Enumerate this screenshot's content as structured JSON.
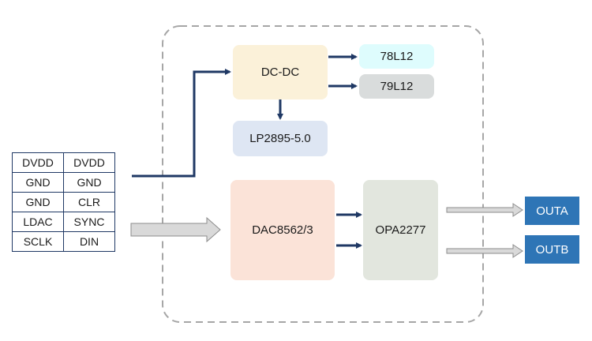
{
  "pin_table": {
    "rows": [
      [
        "DVDD",
        "DVDD"
      ],
      [
        "GND",
        "GND"
      ],
      [
        "GND",
        "CLR"
      ],
      [
        "LDAC",
        "SYNC"
      ],
      [
        "SCLK",
        "DIN"
      ]
    ]
  },
  "blocks": {
    "dcdc": "DC-DC",
    "reg_78l12": "78L12",
    "reg_79l12": "79L12",
    "ldo": "LP2895-5.0",
    "dac": "DAC8562/3",
    "opamp": "OPA2277"
  },
  "outputs": {
    "outa": "OUTA",
    "outb": "OUTB"
  },
  "colors": {
    "dcdc": "#fbf1d9",
    "reg_78l12": "#defcfd",
    "reg_79l12": "#d9dcdc",
    "ldo": "#dee6f3",
    "dac": "#fbe3d8",
    "opamp": "#e2e6de",
    "output": "#2e75b6",
    "arrow": "#1f3864",
    "border_dashed": "#a6a6a6"
  }
}
